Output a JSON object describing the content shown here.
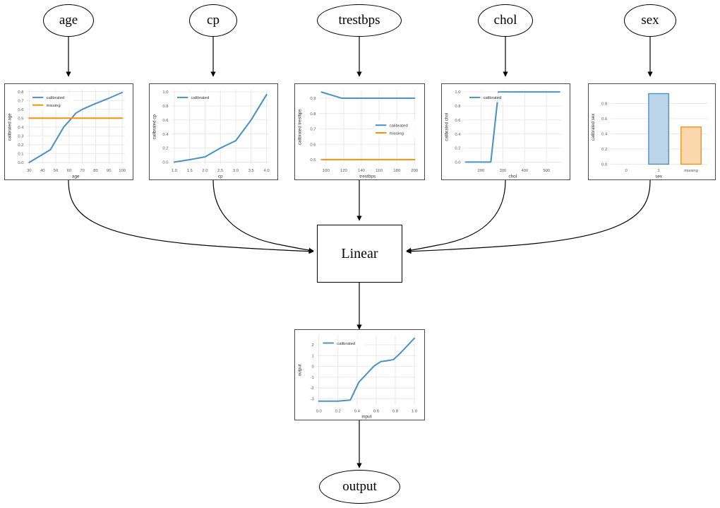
{
  "diagram": {
    "title": "calibrated-feature-model",
    "input_nodes": [
      {
        "id": "age",
        "label": "age"
      },
      {
        "id": "cp",
        "label": "cp"
      },
      {
        "id": "trestbps",
        "label": "trestbps"
      },
      {
        "id": "chol",
        "label": "chol"
      },
      {
        "id": "sex",
        "label": "sex"
      }
    ],
    "linear_node": {
      "label": "Linear"
    },
    "output_node": {
      "label": "output"
    }
  },
  "colors": {
    "calibrated": "#4C92C3",
    "missing": "#F2930D",
    "bar_blue_fill": "#BBD4E8",
    "bar_blue_edge": "#4C92C3",
    "bar_orange_fill": "#FBD7AE",
    "bar_orange_edge": "#F2930D",
    "frame": "#4a4a4a",
    "grid": "#e8e8e8",
    "tick_text": "#555555"
  },
  "chart_data": [
    {
      "id": "age",
      "type": "line",
      "title": "",
      "xlabel": "age",
      "ylabel": "calibrated age",
      "xlim": [
        28,
        102
      ],
      "ylim": [
        -0.02,
        0.82
      ],
      "xticks": [
        "30",
        "40",
        "50",
        "60",
        "70",
        "80",
        "90",
        "100"
      ],
      "yticks": [
        "0.0",
        "0.1",
        "0.2",
        "0.3",
        "0.4",
        "0.5",
        "0.6",
        "0.7",
        "0.8"
      ],
      "grid": true,
      "legend": [
        "calibrated",
        "missing"
      ],
      "legend_position": "upper left",
      "series": [
        {
          "name": "calibrated",
          "x": [
            30,
            40,
            46,
            56,
            62,
            65,
            70,
            80,
            90,
            100
          ],
          "y": [
            0.0,
            0.09,
            0.145,
            0.4,
            0.5,
            0.555,
            0.6,
            0.665,
            0.725,
            0.79
          ]
        },
        {
          "name": "missing",
          "x": [
            30,
            100
          ],
          "y": [
            0.5,
            0.5
          ]
        }
      ]
    },
    {
      "id": "cp",
      "type": "line",
      "title": "",
      "xlabel": "cp",
      "ylabel": "calibrated cp",
      "xlim": [
        0.9,
        4.1
      ],
      "ylim": [
        -0.03,
        1.03
      ],
      "xticks": [
        "1.0",
        "1.5",
        "2.0",
        "2.5",
        "3.0",
        "3.5",
        "4.0"
      ],
      "yticks": [
        "0.0",
        "0.2",
        "0.4",
        "0.6",
        "0.8",
        "1.0"
      ],
      "grid": true,
      "legend": [
        "calibrated"
      ],
      "legend_position": "upper left",
      "series": [
        {
          "name": "calibrated",
          "x": [
            1.0,
            1.5,
            2.0,
            2.5,
            3.0,
            3.5,
            4.0
          ],
          "y": [
            0.0,
            0.035,
            0.075,
            0.2,
            0.305,
            0.6,
            0.96
          ]
        }
      ]
    },
    {
      "id": "trestbps",
      "type": "line",
      "title": "",
      "xlabel": "trestbps",
      "ylabel": "calibrated trestbps",
      "xlim": [
        92,
        202
      ],
      "ylim": [
        0.47,
        0.955
      ],
      "xticks": [
        "100",
        "120",
        "140",
        "160",
        "180",
        "200"
      ],
      "yticks": [
        "0.5",
        "0.6",
        "0.7",
        "0.8",
        "0.9"
      ],
      "grid": true,
      "legend": [
        "calibrated",
        "missing"
      ],
      "legend_position": "center right",
      "series": [
        {
          "name": "calibrated",
          "x": [
            95,
            118,
            200
          ],
          "y": [
            0.94,
            0.9,
            0.9
          ]
        },
        {
          "name": "missing",
          "x": [
            95,
            200
          ],
          "y": [
            0.5,
            0.5
          ]
        }
      ]
    },
    {
      "id": "chol",
      "type": "line",
      "title": "",
      "xlabel": "chol",
      "ylabel": "calibrated chol",
      "xlim": [
        120,
        570
      ],
      "ylim": [
        -0.03,
        1.03
      ],
      "xticks": [
        "200",
        "300",
        "400",
        "500"
      ],
      "yticks": [
        "0.0",
        "0.2",
        "0.4",
        "0.6",
        "0.8",
        "1.0"
      ],
      "grid": true,
      "legend": [
        "calibrated"
      ],
      "legend_position": "upper left",
      "series": [
        {
          "name": "calibrated",
          "x": [
            130,
            245,
            280,
            560
          ],
          "y": [
            0.0,
            0.0,
            1.0,
            1.0
          ]
        }
      ]
    },
    {
      "id": "sex",
      "type": "bar",
      "title": "",
      "xlabel": "sex",
      "ylabel": "calibrated sex",
      "categories": [
        "0",
        "1",
        "missing"
      ],
      "values": [
        0.0,
        0.93,
        0.49
      ],
      "ylim": [
        0,
        0.98
      ],
      "yticks": [
        "0.0",
        "0.2",
        "0.4",
        "0.6",
        "0.8"
      ],
      "grid": true,
      "bar_colors": [
        "#BBD4E8",
        "#BBD4E8",
        "#FBD7AE"
      ],
      "bar_edges": [
        "#4C92C3",
        "#4C92C3",
        "#F2930D"
      ]
    },
    {
      "id": "output",
      "type": "line",
      "title": "",
      "xlabel": "input",
      "ylabel": "output",
      "xlim": [
        -0.02,
        1.02
      ],
      "ylim": [
        -3.55,
        2.85
      ],
      "xticks": [
        "0.0",
        "0.2",
        "0.4",
        "0.6",
        "0.8",
        "1.0"
      ],
      "yticks": [
        "-3",
        "-2",
        "-1",
        "0",
        "1",
        "2"
      ],
      "grid": true,
      "legend": [
        "calibrated"
      ],
      "legend_position": "upper left",
      "series": [
        {
          "name": "calibrated",
          "x": [
            0.0,
            0.2,
            0.33,
            0.36,
            0.42,
            0.5,
            0.58,
            0.65,
            0.7,
            0.78,
            0.85,
            0.92,
            1.0
          ],
          "y": [
            -3.22,
            -3.22,
            -3.12,
            -2.55,
            -1.45,
            -0.7,
            0.05,
            0.45,
            0.5,
            0.62,
            1.2,
            1.85,
            2.6
          ]
        }
      ]
    }
  ]
}
